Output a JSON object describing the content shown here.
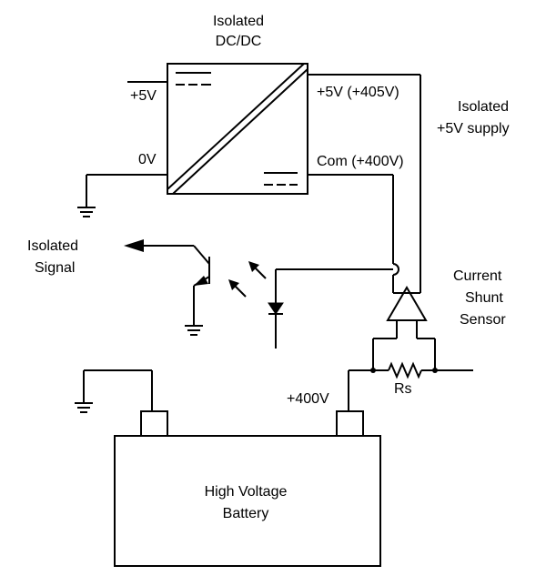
{
  "dcdc": {
    "title_line1": "Isolated",
    "title_line2": "DC/DC"
  },
  "inputs": {
    "plus5v": "+5V",
    "zero_v": "0V"
  },
  "outputs": {
    "plus5v_iso": "+5V (+405V)",
    "com": "Com (+400V)"
  },
  "supply_label": {
    "line1": "Isolated",
    "line2": "+5V supply"
  },
  "signal_label": {
    "line1": "Isolated",
    "line2": "Signal"
  },
  "sensor_label": {
    "line1": "Current",
    "line2": "Shunt",
    "line3": "Sensor"
  },
  "shunt_resistor": "Rs",
  "battery": {
    "terminal_voltage": "+400V",
    "line1": "High Voltage",
    "line2": "Battery"
  }
}
